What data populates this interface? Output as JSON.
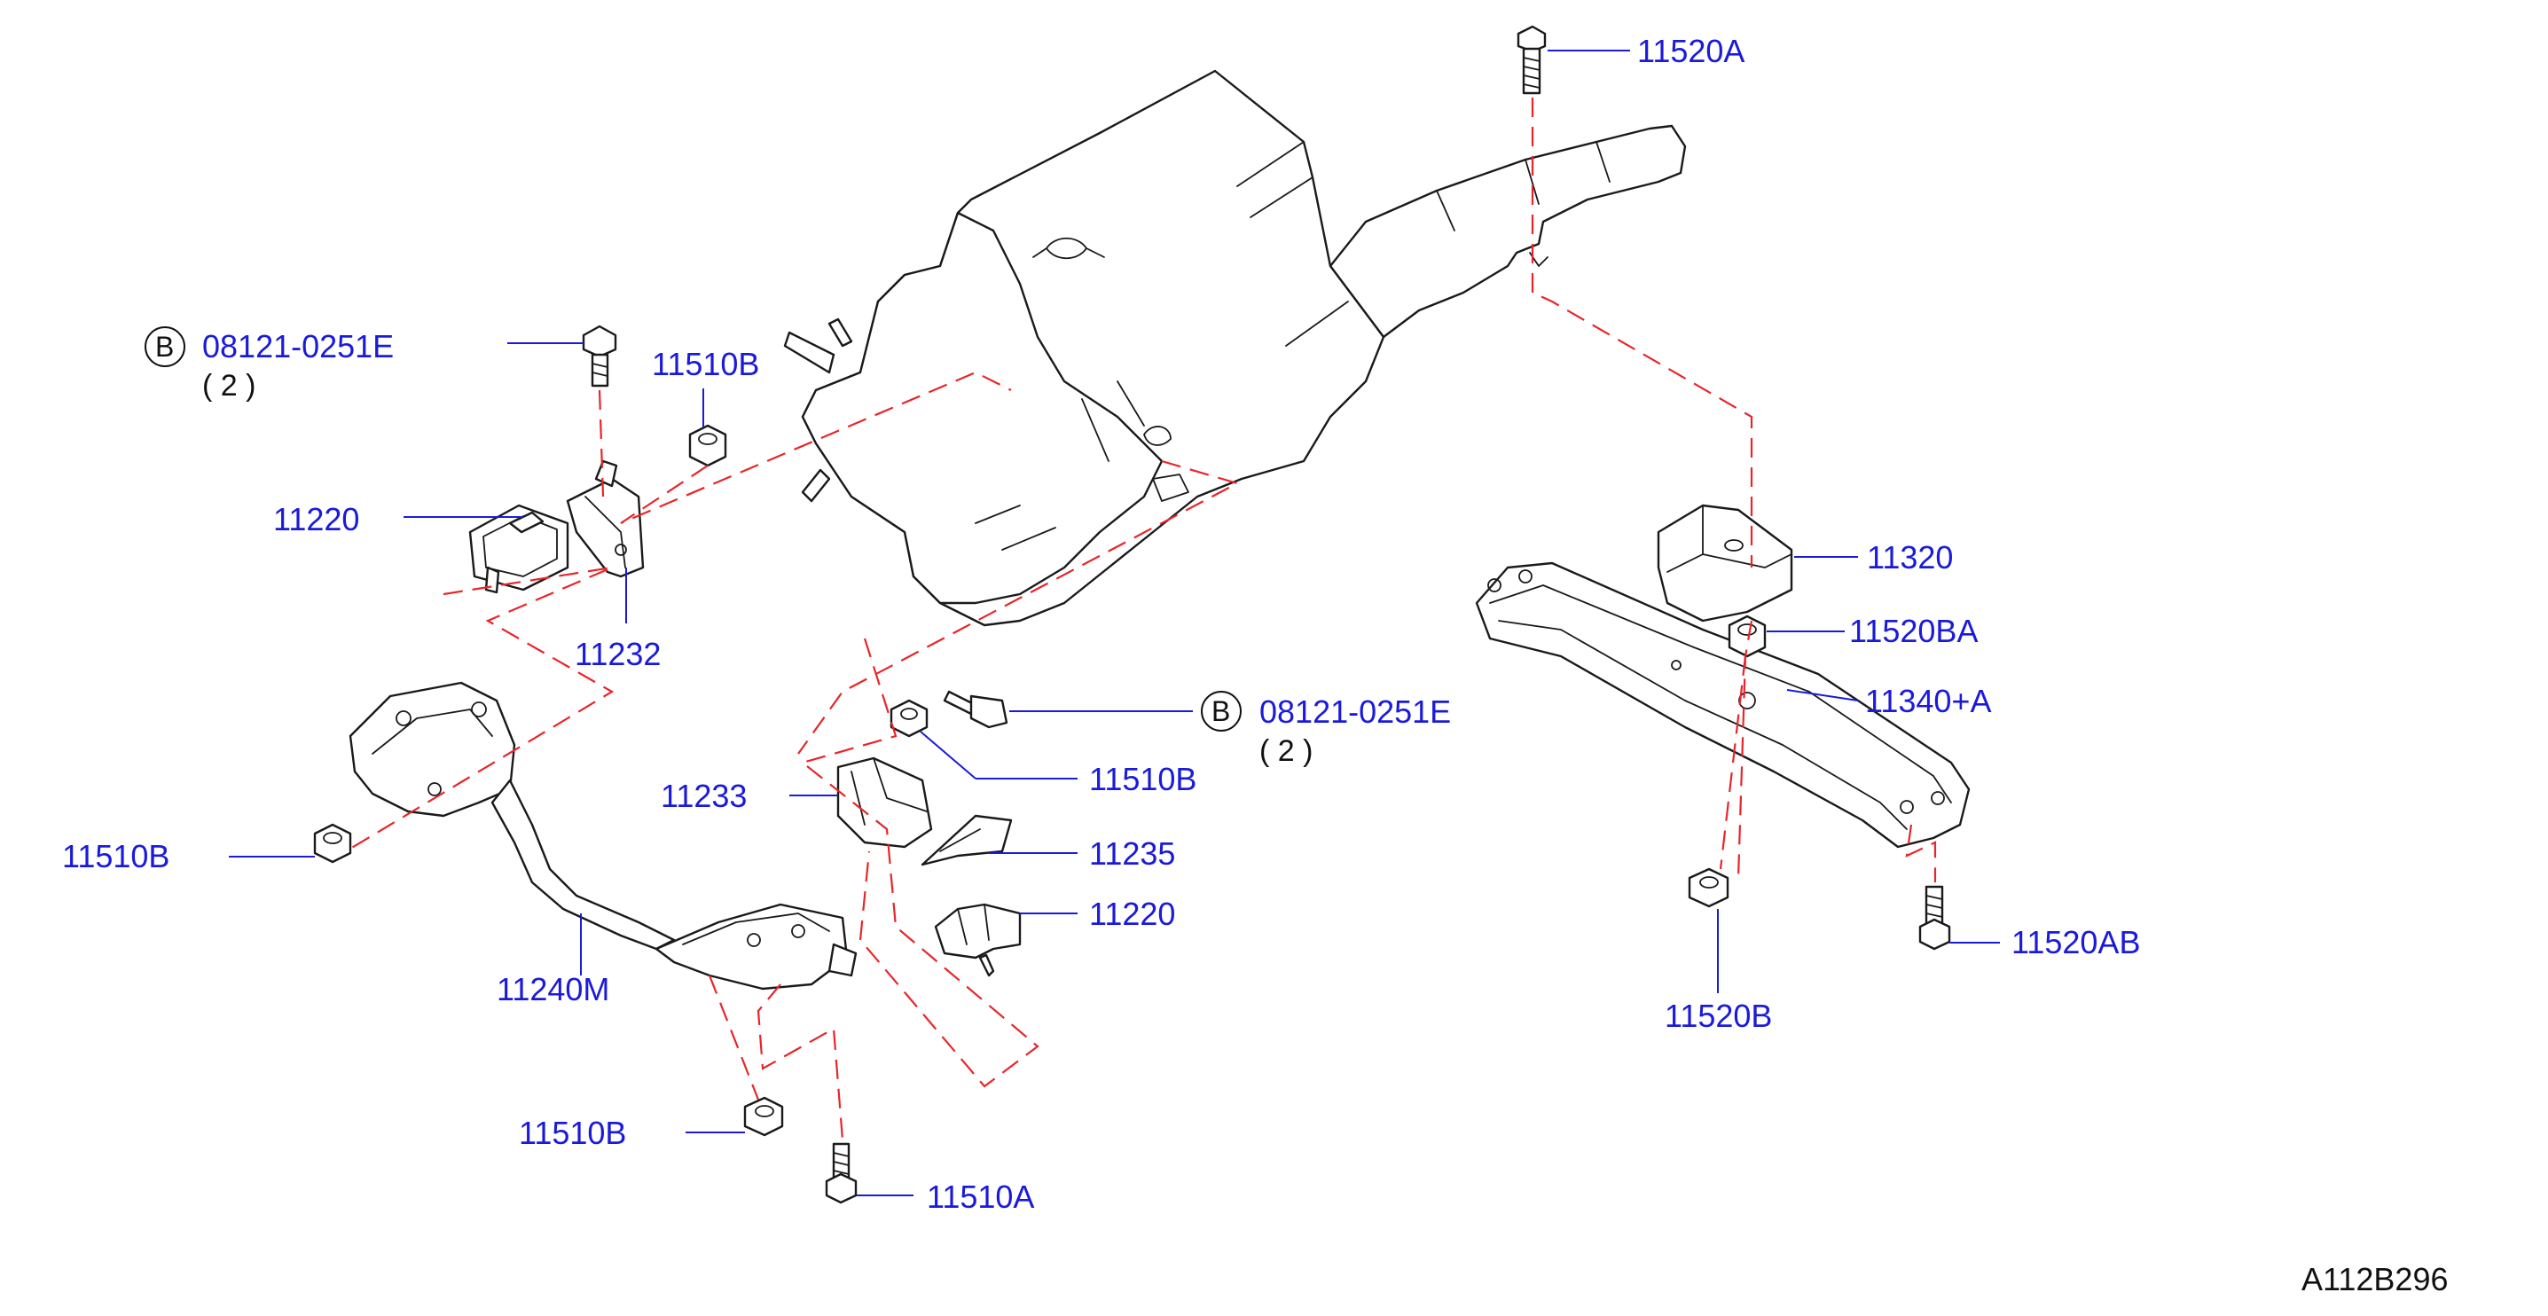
{
  "diagram": {
    "labels": [
      {
        "id": "11520A",
        "text": "11520A"
      },
      {
        "id": "08121-0251E-top",
        "text": "08121-0251E",
        "qty": "( 2 )",
        "circle": "B"
      },
      {
        "id": "11510B-top",
        "text": "11510B"
      },
      {
        "id": "11220-left",
        "text": "11220"
      },
      {
        "id": "11232",
        "text": "11232"
      },
      {
        "id": "11320",
        "text": "11320"
      },
      {
        "id": "11520BA",
        "text": "11520BA"
      },
      {
        "id": "11340A",
        "text": "11340+A"
      },
      {
        "id": "08121-0251E-mid",
        "text": "08121-0251E",
        "qty": "( 2 )",
        "circle": "B"
      },
      {
        "id": "11510B-mid",
        "text": "11510B"
      },
      {
        "id": "11233",
        "text": "11233"
      },
      {
        "id": "11235",
        "text": "11235"
      },
      {
        "id": "11220-right",
        "text": "11220"
      },
      {
        "id": "11510B-left",
        "text": "11510B"
      },
      {
        "id": "11240M",
        "text": "11240M"
      },
      {
        "id": "11520B",
        "text": "11520B"
      },
      {
        "id": "11520AB",
        "text": "11520AB"
      },
      {
        "id": "11510B-bottom",
        "text": "11510B"
      },
      {
        "id": "11510A",
        "text": "11510A"
      }
    ],
    "drawing_code": "A112B296"
  }
}
